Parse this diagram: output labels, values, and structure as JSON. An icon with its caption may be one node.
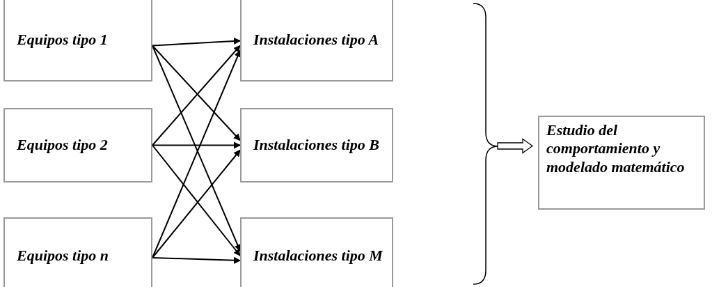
{
  "diagram": {
    "nodes": [
      {
        "text": [
          "Equipos tipo 1"
        ]
      },
      {
        "text": [
          "Instalaciones tipo A"
        ]
      },
      {
        "text": [
          "Equipos tipo 2"
        ]
      },
      {
        "text": [
          "Instalaciones tipo B"
        ]
      },
      {
        "text": [
          "Equipos tipo n"
        ]
      },
      {
        "text": [
          "Instalaciones tipo M"
        ]
      },
      {
        "text": [
          "Estudio del comportamiento y modelado matemático"
        ]
      }
    ],
    "edges": [
      {
        "from": 0,
        "to": 1,
        "arrow": "to"
      },
      {
        "from": 0,
        "to": 3,
        "arrow": "to"
      },
      {
        "from": 0,
        "to": 5,
        "arrow": "to"
      },
      {
        "from": 2,
        "to": 1,
        "arrow": "to"
      },
      {
        "from": 2,
        "to": 3,
        "arrow": "to"
      },
      {
        "from": 2,
        "to": 5,
        "arrow": "to"
      },
      {
        "from": 4,
        "to": 1,
        "arrow": "to"
      },
      {
        "from": 4,
        "to": 3,
        "arrow": "to"
      },
      {
        "from": 4,
        "to": 5,
        "arrow": "to"
      },
      {
        "from": null,
        "to": 6,
        "arrow": "to",
        "style": "thick"
      }
    ]
  }
}
